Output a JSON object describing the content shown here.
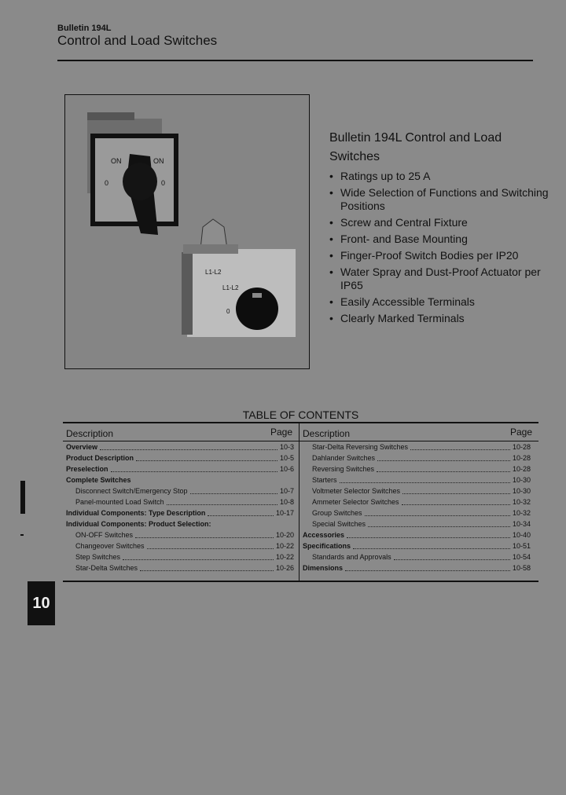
{
  "header": {
    "bulletin": "Bulletin 194L",
    "title": "Control and Load Switches"
  },
  "photo": {
    "switch1": {
      "labels": [
        "ON",
        "0"
      ]
    },
    "switch2": {
      "labels": [
        "L1-L2",
        "0"
      ]
    }
  },
  "features": {
    "title": "Bulletin 194L Control and Load Switches",
    "items": [
      "Ratings up to 25 A",
      "Wide Selection of Functions and Switching Positions",
      "Screw and Central Fixture",
      "Front- and Base Mounting",
      "Finger-Proof Switch Bodies per IP20",
      "Water Spray and Dust-Proof Actuator per IP65",
      "Easily Accessible Terminals",
      "Clearly Marked Terminals"
    ]
  },
  "toc": {
    "title": "TABLE OF CONTENTS",
    "col_desc": "Description",
    "col_page": "Page",
    "left": [
      {
        "label": "Overview",
        "page": "10-3",
        "bold": true,
        "indent": false
      },
      {
        "label": "Product Description",
        "page": "10-5",
        "bold": true,
        "indent": false
      },
      {
        "label": "Preselection",
        "page": "10-6",
        "bold": true,
        "indent": false
      },
      {
        "label": "Complete Switches",
        "page": "",
        "bold": true,
        "indent": false
      },
      {
        "label": "Disconnect Switch/Emergency Stop",
        "page": "10-7",
        "bold": false,
        "indent": true
      },
      {
        "label": "Panel-mounted Load Switch",
        "page": "10-8",
        "bold": false,
        "indent": true
      },
      {
        "label": "Individual Components: Type Description",
        "page": "10-17",
        "bold": true,
        "indent": false
      },
      {
        "label": "Individual Components: Product Selection:",
        "page": "",
        "bold": true,
        "indent": false
      },
      {
        "label": "ON-OFF Switches",
        "page": "10-20",
        "bold": false,
        "indent": true
      },
      {
        "label": "Changeover Switches",
        "page": "10-22",
        "bold": false,
        "indent": true
      },
      {
        "label": "Step Switches",
        "page": "10-22",
        "bold": false,
        "indent": true
      },
      {
        "label": "Star-Delta Switches",
        "page": "10-26",
        "bold": false,
        "indent": true
      }
    ],
    "right": [
      {
        "label": "Star-Delta Reversing Switches",
        "page": "10-28",
        "bold": false,
        "indent": true
      },
      {
        "label": "Dahlander Switches",
        "page": "10-28",
        "bold": false,
        "indent": true
      },
      {
        "label": "Reversing Switches",
        "page": "10-28",
        "bold": false,
        "indent": true
      },
      {
        "label": "Starters",
        "page": "10-30",
        "bold": false,
        "indent": true
      },
      {
        "label": "Voltmeter Selector Switches",
        "page": "10-30",
        "bold": false,
        "indent": true
      },
      {
        "label": "Ammeter Selector Switches",
        "page": "10-32",
        "bold": false,
        "indent": true
      },
      {
        "label": "Group Switches",
        "page": "10-32",
        "bold": false,
        "indent": true
      },
      {
        "label": "Special Switches",
        "page": "10-34",
        "bold": false,
        "indent": true
      },
      {
        "label": "Accessories",
        "page": "10-40",
        "bold": true,
        "indent": false
      },
      {
        "label": "Specifications",
        "page": "10-51",
        "bold": true,
        "indent": false
      },
      {
        "label": "Standards and Approvals",
        "page": "10-54",
        "bold": false,
        "indent": true
      },
      {
        "label": "Dimensions",
        "page": "10-58",
        "bold": true,
        "indent": false
      }
    ]
  },
  "section_tab": "10"
}
